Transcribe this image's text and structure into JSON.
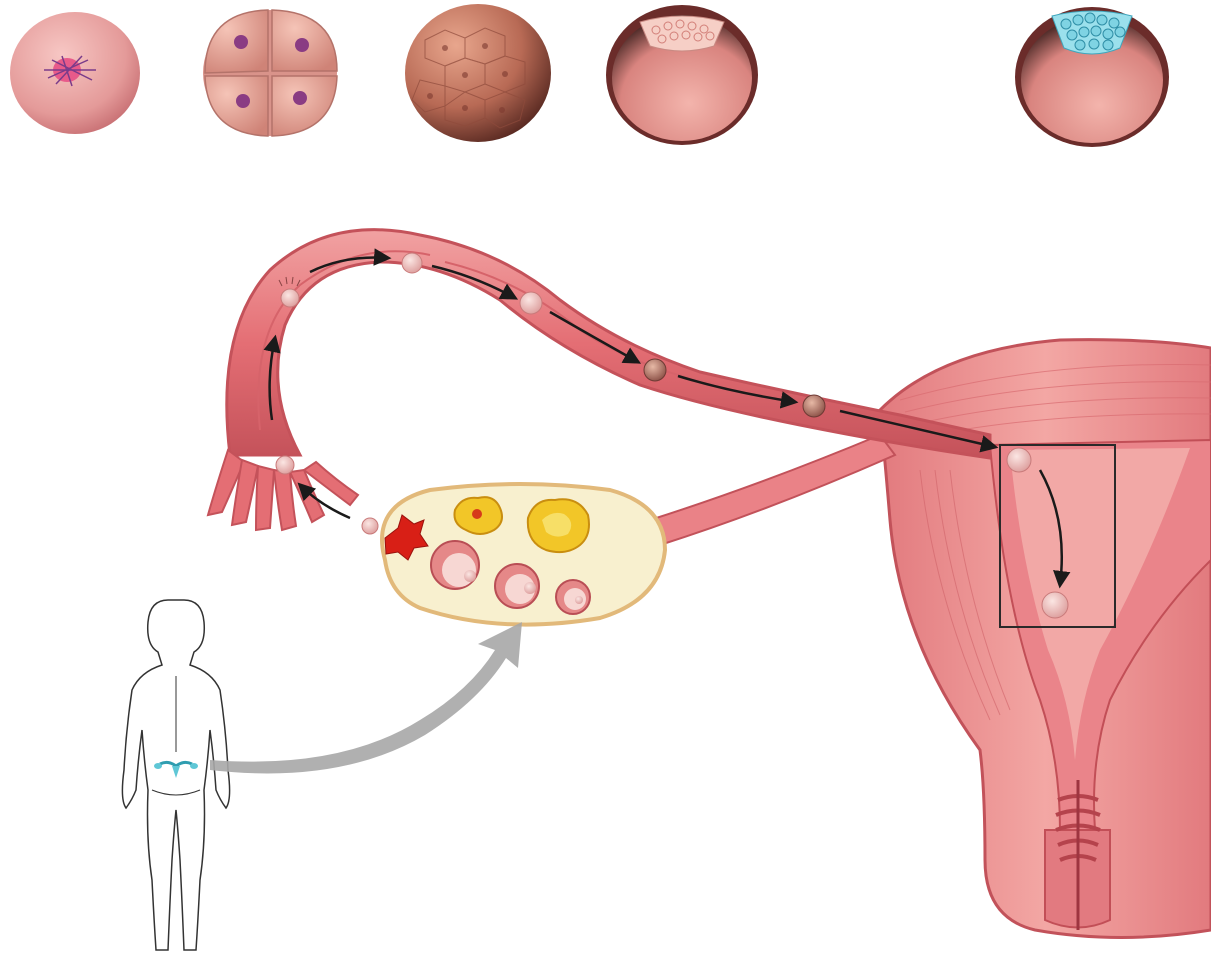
{
  "diagram": {
    "stages": [
      {
        "name": "zygote"
      },
      {
        "name": "four-cell-embryo"
      },
      {
        "name": "morula"
      },
      {
        "name": "early-blastocyst"
      },
      {
        "name": "implanting-blastocyst"
      }
    ],
    "colors": {
      "tissue": "#e8747c",
      "tissue_dark": "#b9454c",
      "tissue_light": "#f4a9a8",
      "ovary_fill": "#f8f0cf",
      "ovary_edge": "#e9c77d",
      "corpus": "#f2c628",
      "ovulation": "#d81f16",
      "arrow_dark": "#1a1a1a",
      "arrow_gray": "#a7a7a7",
      "implant_cells": "#7fd3e3"
    }
  }
}
